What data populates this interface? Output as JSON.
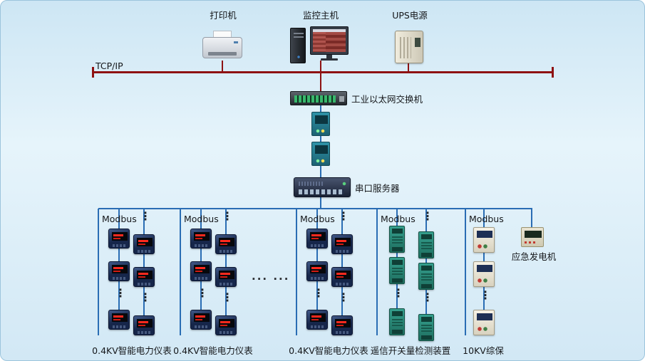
{
  "top_devices": {
    "printer_label": "打印机",
    "host_label": "监控主机",
    "ups_label": "UPS电源"
  },
  "network": {
    "tcp_bus_label": "TCP/IP",
    "switch_label": "工业以太网交换机",
    "serial_server_label": "串口服务器"
  },
  "field_groups": [
    {
      "bus_label": "Modbus",
      "caption": "0.4KV智能电力仪表"
    },
    {
      "bus_label": "Modbus",
      "caption": "0.4KV智能电力仪表"
    },
    {
      "bus_label": "Modbus",
      "caption": "0.4KV智能电力仪表"
    },
    {
      "bus_label": "Modbus",
      "caption": "遥信开关量检测装置"
    },
    {
      "bus_label": "Modbus",
      "caption": "10KV综保"
    }
  ],
  "generator": {
    "label": "应急发电机"
  },
  "symbols": {
    "v_ellipsis": "⋮",
    "h_ellipsis": "... ..."
  },
  "colors": {
    "tcp_bus": "#8e1212",
    "field_bus": "#2a6db4",
    "panel_background": "#d7eaf6"
  }
}
